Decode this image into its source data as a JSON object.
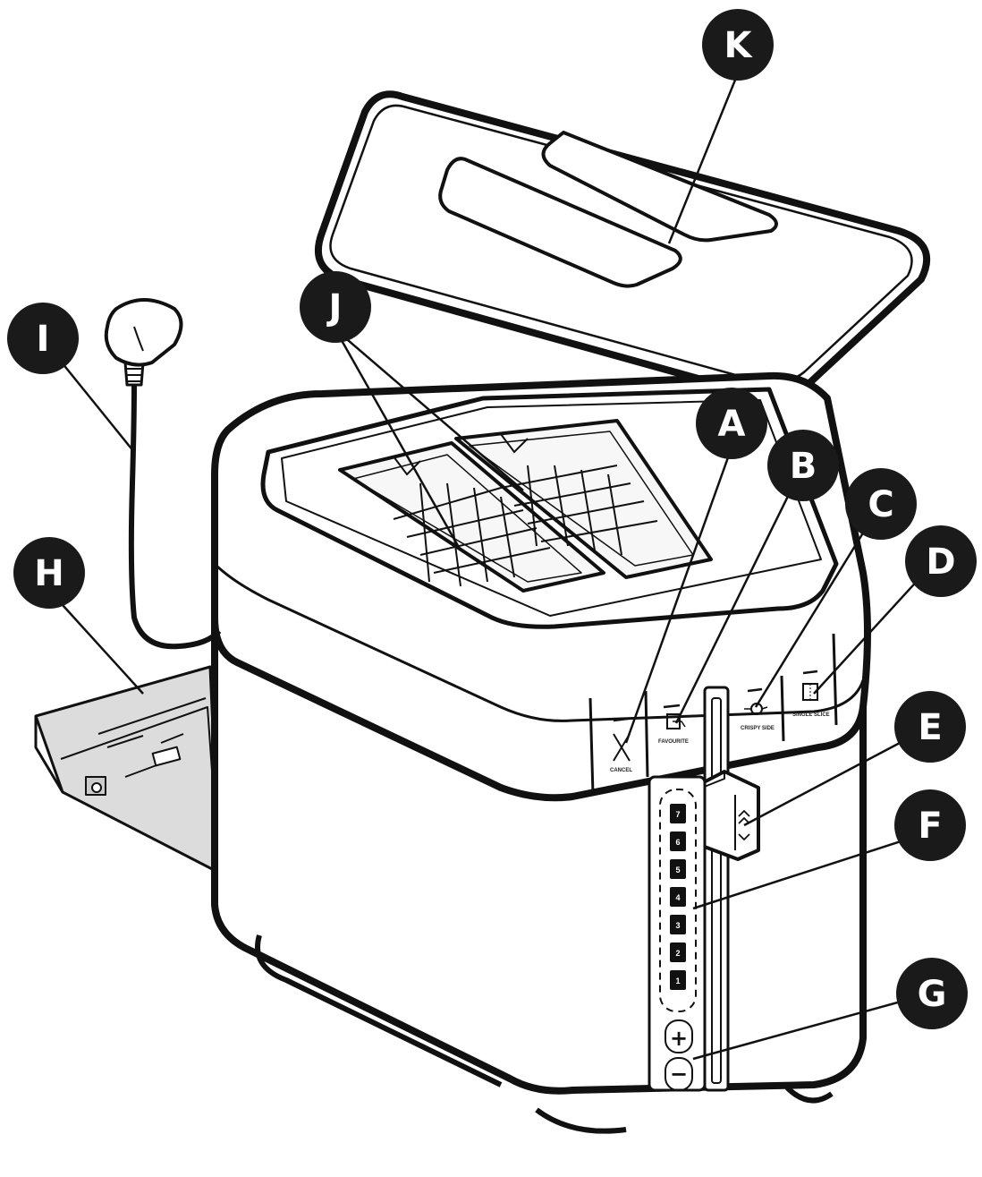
{
  "callouts": [
    {
      "id": "a",
      "letter": "A"
    },
    {
      "id": "b",
      "letter": "B"
    },
    {
      "id": "c",
      "letter": "C"
    },
    {
      "id": "d",
      "letter": "D"
    },
    {
      "id": "e",
      "letter": "E"
    },
    {
      "id": "f",
      "letter": "F"
    },
    {
      "id": "g",
      "letter": "G"
    },
    {
      "id": "h",
      "letter": "H"
    },
    {
      "id": "i",
      "letter": "I"
    },
    {
      "id": "j",
      "letter": "J"
    },
    {
      "id": "k",
      "letter": "K"
    }
  ],
  "panel": {
    "cancel_label": "CANCEL",
    "favourite_label": "FAVOURITE",
    "crispy_label": "CRISPY SIDE",
    "single_slice_label": "SINGLE SLICE"
  },
  "browning_levels": [
    "7",
    "6",
    "5",
    "4",
    "3",
    "2",
    "1"
  ],
  "controls": {
    "plus": "+",
    "minus": "−"
  },
  "colors": {
    "badge": "#1a1a1a",
    "line": "#111111",
    "tray_fill": "#dcdcdc",
    "level_cell": "#111111"
  }
}
